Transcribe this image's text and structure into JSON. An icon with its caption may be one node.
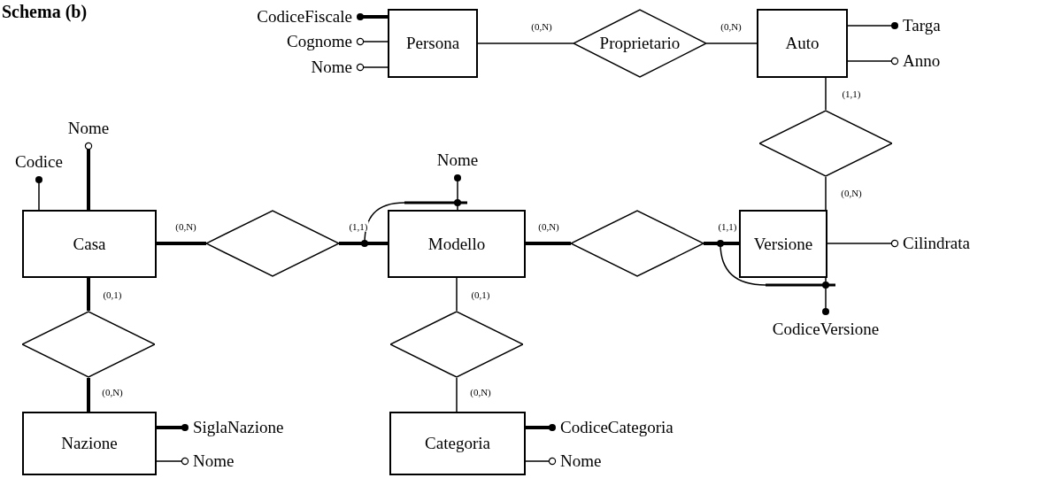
{
  "diagram": {
    "title": "Schema (b)",
    "nodes": [
      {
        "text": [
          "CodiceFiscale"
        ]
      },
      {
        "text": [
          "Cognome"
        ]
      },
      {
        "text": [
          "Nome"
        ]
      },
      {
        "text": [
          "Persona"
        ]
      },
      {
        "text": [
          "Proprietario"
        ]
      },
      {
        "text": [
          "Auto"
        ]
      },
      {
        "text": [
          "Targa"
        ]
      },
      {
        "text": [
          "Anno"
        ]
      },
      {
        "text": [
          "Nome"
        ]
      },
      {
        "text": [
          "Codice"
        ]
      },
      {
        "text": [
          "Nome"
        ]
      },
      {
        "text": [],
        "shape": "diamond"
      },
      {
        "text": [
          "Casa"
        ]
      },
      {
        "text": [],
        "shape": "diamond"
      },
      {
        "text": [
          "Modello"
        ]
      },
      {
        "text": [],
        "shape": "diamond"
      },
      {
        "text": [
          "Versione"
        ]
      },
      {
        "text": [
          "Cilindrata"
        ]
      },
      {
        "text": [
          "CodiceVersione"
        ]
      },
      {
        "text": [],
        "shape": "diamond"
      },
      {
        "text": [],
        "shape": "diamond"
      },
      {
        "text": [
          "Nazione"
        ]
      },
      {
        "text": [
          "SiglaNazione"
        ]
      },
      {
        "text": [
          "Nome"
        ]
      },
      {
        "text": [
          "Categoria"
        ]
      },
      {
        "text": [
          "CodiceCategoria"
        ]
      },
      {
        "text": [
          "Nome"
        ]
      }
    ],
    "edges": [
      {
        "from": 3,
        "to": 0,
        "arrow": "other",
        "style": "thick"
      },
      {
        "from": 3,
        "to": 1,
        "arrow": "other"
      },
      {
        "from": 3,
        "to": 2,
        "arrow": "other"
      },
      {
        "from": 3,
        "to": 4,
        "arrow": "none",
        "label": "(0,N)"
      },
      {
        "from": 4,
        "to": 5,
        "arrow": "none",
        "label": "(0,N)"
      },
      {
        "from": 5,
        "to": 6,
        "arrow": "other"
      },
      {
        "from": 5,
        "to": 7,
        "arrow": "other"
      },
      {
        "from": 5,
        "to": 11,
        "arrow": "none",
        "label": "(1,1)"
      },
      {
        "from": 11,
        "to": 16,
        "arrow": "none",
        "label": "(0,N)"
      },
      {
        "from": 12,
        "to": 8,
        "arrow": "other",
        "style": "thick"
      },
      {
        "from": 12,
        "to": 9,
        "arrow": "other"
      },
      {
        "from": 14,
        "to": 10,
        "arrow": "other"
      },
      {
        "from": 12,
        "to": 13,
        "arrow": "none",
        "label": "(0,N)",
        "style": "thick"
      },
      {
        "from": 13,
        "to": 14,
        "arrow": "none",
        "label": "(1,1)",
        "style": "thick"
      },
      {
        "from": 14,
        "to": 15,
        "arrow": "none",
        "label": "(0,N)",
        "style": "thick"
      },
      {
        "from": 15,
        "to": 16,
        "arrow": "none",
        "label": "(1,1)",
        "style": "thick"
      },
      {
        "from": 16,
        "to": 17,
        "arrow": "other"
      },
      {
        "from": 16,
        "to": 18,
        "arrow": "other"
      },
      {
        "from": 12,
        "to": 19,
        "arrow": "none",
        "label": "(0,1)",
        "style": "thick"
      },
      {
        "from": 19,
        "to": 21,
        "arrow": "none",
        "label": "(0,N)",
        "style": "thick"
      },
      {
        "from": 14,
        "to": 20,
        "arrow": "none",
        "label": "(0,1)"
      },
      {
        "from": 20,
        "to": 24,
        "arrow": "none",
        "label": "(0,N)"
      },
      {
        "from": 21,
        "to": 22,
        "arrow": "other",
        "style": "thick"
      },
      {
        "from": 21,
        "to": 23,
        "arrow": "other"
      },
      {
        "from": 24,
        "to": 25,
        "arrow": "other",
        "style": "thick"
      },
      {
        "from": 24,
        "to": 26,
        "arrow": "other"
      }
    ]
  }
}
